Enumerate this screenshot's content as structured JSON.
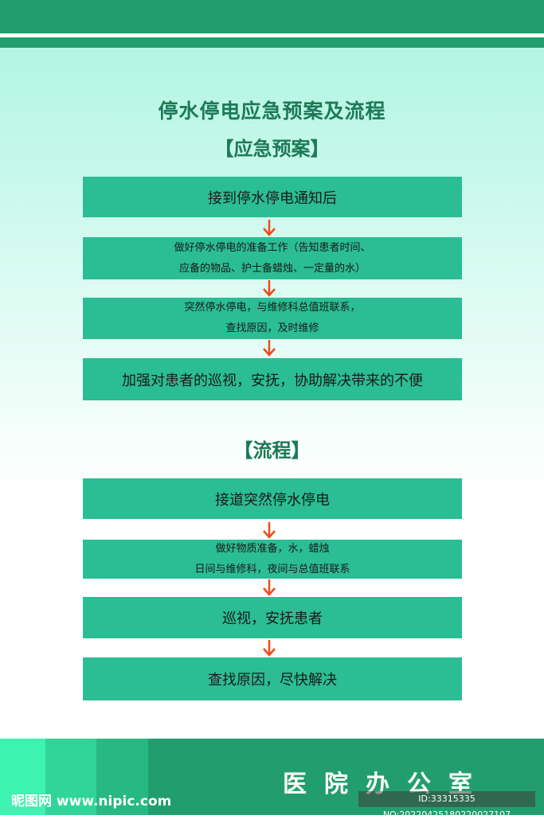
{
  "title": "停水停电应急预案及流程",
  "section1": {
    "heading": "【应急预案】",
    "steps": [
      {
        "lines": [
          "接到停水停电通知后"
        ]
      },
      {
        "lines": [
          "做好停水停电的准备工作（告知患者时间、",
          "应备的物品、护士备蜡烛、一定量的水）"
        ]
      },
      {
        "lines": [
          "突然停水停电，与维修科总值班联系，",
          "查找原因，及时维修"
        ]
      },
      {
        "lines": [
          "加强对患者的巡视，安抚，协助解决带来的不便"
        ]
      }
    ]
  },
  "section2": {
    "heading": "【流程】",
    "steps": [
      {
        "lines": [
          "接道突然停水停电"
        ]
      },
      {
        "lines": [
          "做好物质准备，水，蜡烛",
          "日间与维修科，夜间与总值班联系"
        ]
      },
      {
        "lines": [
          "巡视，安抚患者"
        ]
      },
      {
        "lines": [
          "查找原因，尽快解决"
        ]
      }
    ]
  },
  "footer": {
    "department": "医院办公室"
  },
  "watermark": {
    "site": "昵图网 www.nipic.com",
    "id_text": "ID:33315335 NO:20220425180220027107"
  },
  "colors": {
    "box": "#2bbd93",
    "arrow": "#f04a1c",
    "header": "#229e6e",
    "title": "#1d7a57"
  },
  "icons": [
    "arrow-down-icon"
  ]
}
